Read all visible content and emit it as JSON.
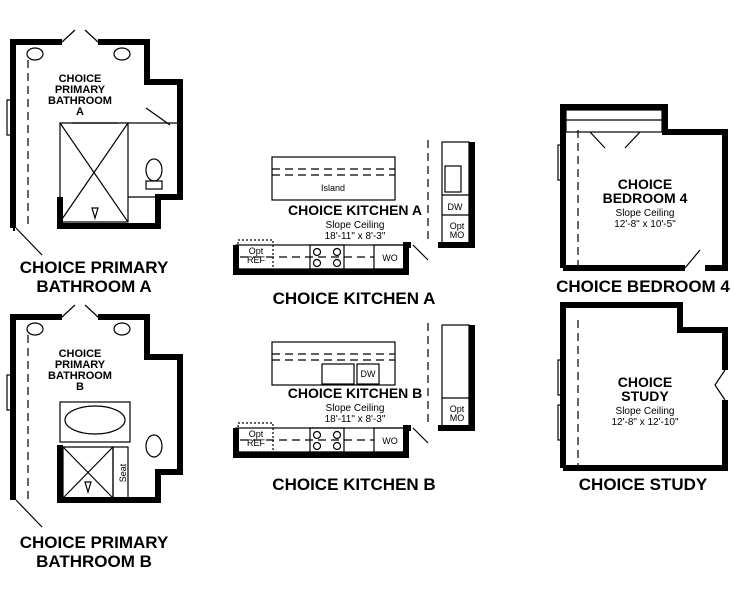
{
  "plans": {
    "bath_a": {
      "name": [
        "CHOICE",
        "PRIMARY",
        "BATHROOM",
        "A"
      ],
      "caption": [
        "CHOICE PRIMARY",
        "BATHROOM A"
      ]
    },
    "bath_b": {
      "name": [
        "CHOICE",
        "PRIMARY",
        "BATHROOM",
        "B"
      ],
      "caption": [
        "CHOICE PRIMARY",
        "BATHROOM B"
      ],
      "seat": "Seat"
    },
    "kitchen_a": {
      "name": "CHOICE KITCHEN A",
      "ceiling": "Slope Ceiling",
      "dims": "18'-11\" x 8'-3\"",
      "caption": "CHOICE KITCHEN A",
      "island": "Island",
      "opt": "Opt",
      "ref": "REF",
      "wo": "WO",
      "dw": "DW",
      "mo": "MO"
    },
    "kitchen_b": {
      "name": "CHOICE KITCHEN B",
      "ceiling": "Slope Ceiling",
      "dims": "18'-11\" x 8'-3\"",
      "caption": "CHOICE KITCHEN B",
      "opt": "Opt",
      "ref": "REF",
      "wo": "WO",
      "dw": "DW",
      "mo": "MO"
    },
    "bedroom_4": {
      "name": [
        "CHOICE",
        "BEDROOM 4"
      ],
      "ceiling": "Slope Ceiling",
      "dims": "12'-8\" x 10'-5\"",
      "caption": "CHOICE BEDROOM 4"
    },
    "study": {
      "name": [
        "CHOICE",
        "STUDY"
      ],
      "ceiling": "Slope Ceiling",
      "dims": "12'-8\" x 12'-10\"",
      "caption": "CHOICE STUDY"
    }
  }
}
